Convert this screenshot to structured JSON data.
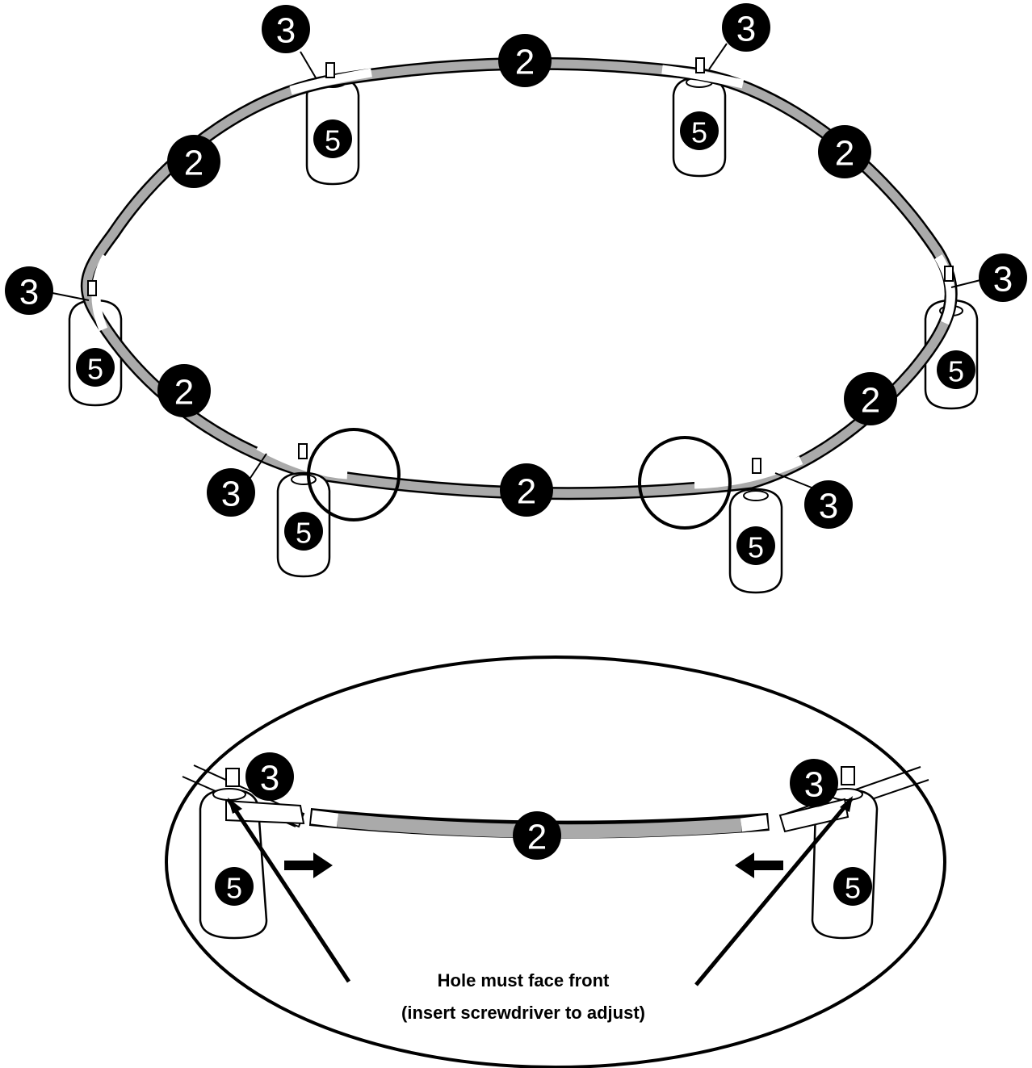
{
  "figure": {
    "part_labels": {
      "rail": "2",
      "connector": "3",
      "leg": "5"
    },
    "caption_line_1": "Hole must face front",
    "caption_line_2": "(insert screwdriver to adjust)",
    "colors": {
      "outline": "#000000",
      "rail_fill": "#aaaaaa",
      "connector_fill": "#ffffff",
      "badge_fill": "#000000"
    }
  }
}
